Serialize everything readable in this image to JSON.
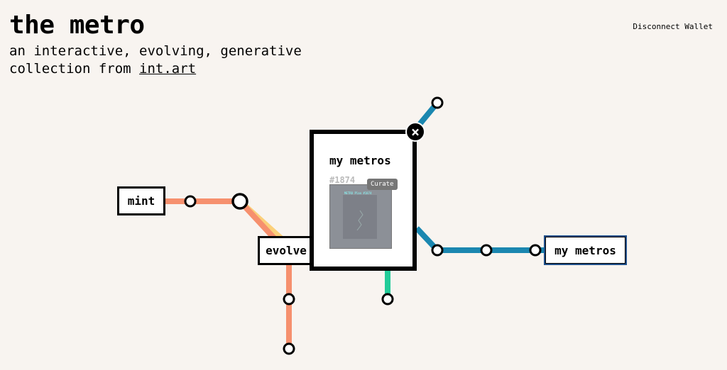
{
  "header": {
    "title": "the metro",
    "subtitle_line1": "an interactive, evolving, generative",
    "subtitle_line2_prefix": "collection from ",
    "subtitle_link": "int.art",
    "wallet_button": "Disconnect Wallet"
  },
  "stations": {
    "mint": "mint",
    "evolve": "evolve",
    "my_metros": "my metros"
  },
  "modal": {
    "title": "my metros",
    "token_id": "#1874",
    "curate_label": "Curate",
    "card_caption": "METRO Plan #1874",
    "close_icon": "×"
  },
  "colors": {
    "background": "#f8f4f0",
    "line_orange": "#f6906e",
    "line_yellow": "#fbd07a",
    "line_blue": "#1b87b0",
    "line_green": "#22cc99"
  }
}
